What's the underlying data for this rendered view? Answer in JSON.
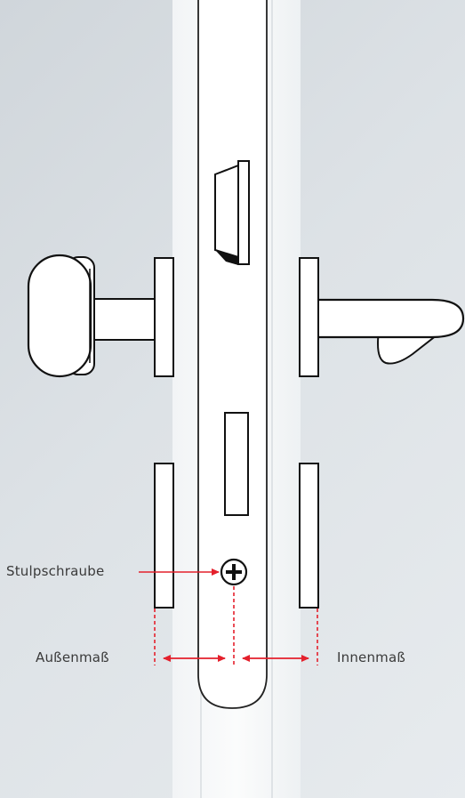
{
  "labels": {
    "stulpschraube": "Stulpschraube",
    "aussenmass": "Außenmaß",
    "innenmass": "Innenmaß"
  },
  "colors": {
    "measure_line": "#e4202c",
    "outline": "#111111",
    "fill": "#ffffff"
  }
}
